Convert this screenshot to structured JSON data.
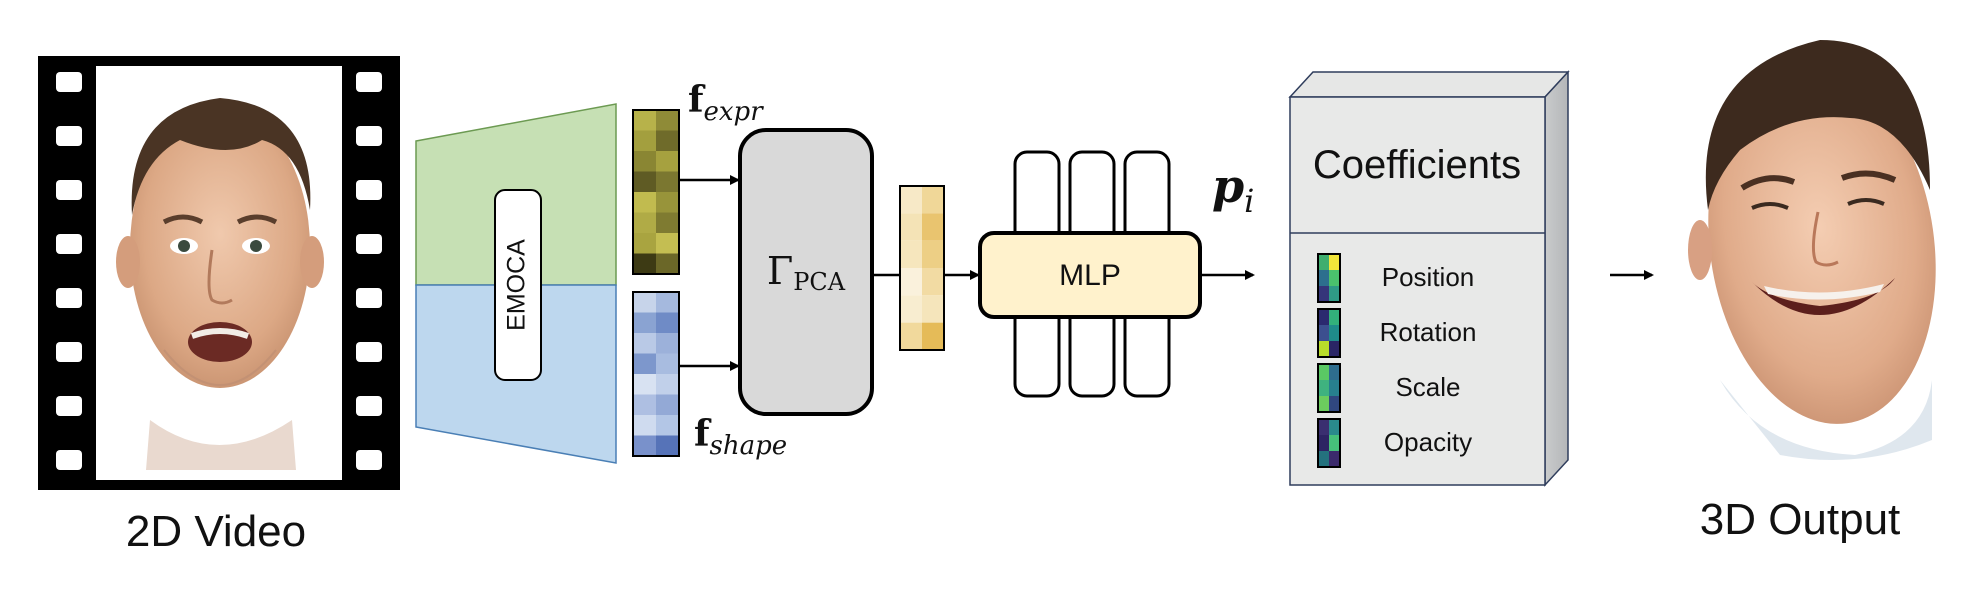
{
  "input": {
    "caption": "2D Video",
    "subject": "video frame of a face with open mouth"
  },
  "encoder": {
    "label": "EMOCA"
  },
  "features": {
    "expr_label_main": "f",
    "expr_label_sub": "expr",
    "shape_label_main": "f",
    "shape_label_sub": "shape",
    "expr_colors": [
      "#b7b24a",
      "#8f8b37",
      "#a39f3e",
      "#6f6b2a",
      "#8a8633",
      "#a6a13f",
      "#5f5b24",
      "#7b7730",
      "#c1bb4f",
      "#98943a",
      "#b0ab46",
      "#7f7b31",
      "#a9a440",
      "#c4be52",
      "#3d3a14",
      "#6b6728"
    ],
    "shape_colors": [
      "#c7d4ea",
      "#a5b9de",
      "#8aa3d2",
      "#6f8bc6",
      "#b9c9e6",
      "#9cb1da",
      "#7d97cc",
      "#a8bce0",
      "#d8e2f2",
      "#c1d0ea",
      "#aebfe2",
      "#93a9d6",
      "#cfdbef",
      "#b3c6e6",
      "#7991cb",
      "#5673b8"
    ],
    "coef_colors": [
      "#f7e9c7",
      "#f0d798",
      "#f4e3b6",
      "#e9c46f",
      "#f6e6bd",
      "#edcf85",
      "#faf1dc",
      "#f2dba3",
      "#f8edd0",
      "#f5e5bb",
      "#f1d99c",
      "#e5bb58"
    ]
  },
  "pca": {
    "label_main": "Γ",
    "label_sub": "PCA"
  },
  "mlp": {
    "label": "MLP"
  },
  "params": {
    "label_main": "p",
    "label_sub": "i"
  },
  "coefficients": {
    "title": "Coefficients",
    "items": [
      {
        "label": "Position",
        "swatch": [
          "#3fae6e",
          "#f2e63a",
          "#2d6f8e",
          "#4ac16d",
          "#35357a",
          "#2f9a86"
        ]
      },
      {
        "label": "Rotation",
        "swatch": [
          "#2b2a6f",
          "#32b07b",
          "#3c4f8f",
          "#1f8b8a",
          "#b9dd2b",
          "#2a2565"
        ]
      },
      {
        "label": "Scale",
        "swatch": [
          "#5ac864",
          "#2e6d8e",
          "#3fb27f",
          "#27808e",
          "#6ccc5e",
          "#30477f"
        ]
      },
      {
        "label": "Opacity",
        "swatch": [
          "#3a2f70",
          "#2a8a8c",
          "#2d2463",
          "#46c07a",
          "#24727e",
          "#3b2a6c"
        ]
      }
    ]
  },
  "output": {
    "caption": "3D Output",
    "subject": "3D rendered face laughing"
  }
}
